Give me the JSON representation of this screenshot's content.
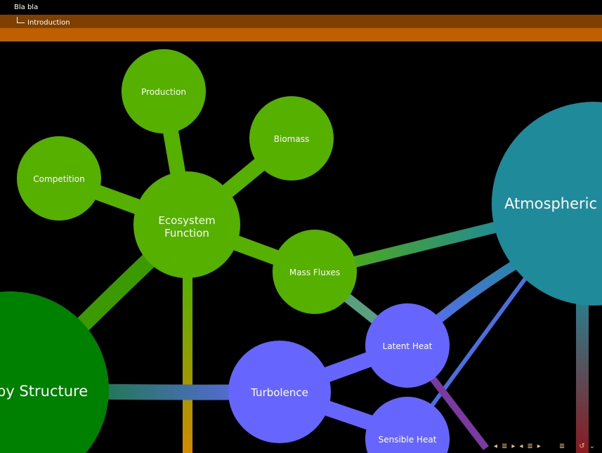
{
  "header": {
    "section": "Bla bla",
    "subsection": "Introduction"
  },
  "colors": {
    "ecosystem": "#55b000",
    "canopy": "#008000",
    "turbulence": "#6666ff",
    "atmospheric": "#1f8a9a",
    "orange": "#d08a00"
  },
  "nodes": {
    "production": "Production",
    "biomass": "Biomass",
    "competition": "Competition",
    "ecosystem_line1": "Ecosystem",
    "ecosystem_line2": "Function",
    "mass_fluxes": "Mass Fluxes",
    "atmospheric": "Atmospheric E",
    "canopy": "py Structure",
    "turbolence": "Turbolence",
    "latent_heat": "Latent Heat",
    "sensible_heat": "Sensible Heat"
  },
  "nav": {
    "slide_prev": "◂",
    "slide_next": "▸",
    "frame": "≣",
    "section_prev": "◂",
    "section_next": "▸",
    "subsection": "≣",
    "toc": "≣",
    "undo": "↺",
    "search": "⌄"
  }
}
